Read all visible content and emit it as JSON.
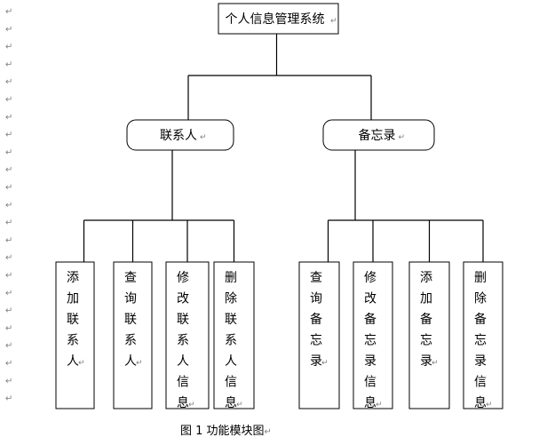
{
  "root": {
    "label": "个人信息管理系统"
  },
  "groups": [
    {
      "label": "联系人",
      "children": [
        {
          "label": "添加联系人"
        },
        {
          "label": "查询联系人"
        },
        {
          "label": "修改联系人信息"
        },
        {
          "label": "删除联系人信息"
        }
      ]
    },
    {
      "label": "备忘录",
      "children": [
        {
          "label": "查询备忘录"
        },
        {
          "label": "修改备忘录信息"
        },
        {
          "label": "添加备忘录"
        },
        {
          "label": "删除备忘录信息"
        }
      ]
    }
  ],
  "caption": "图 1 功能模块图",
  "paragraph_mark": "↵"
}
